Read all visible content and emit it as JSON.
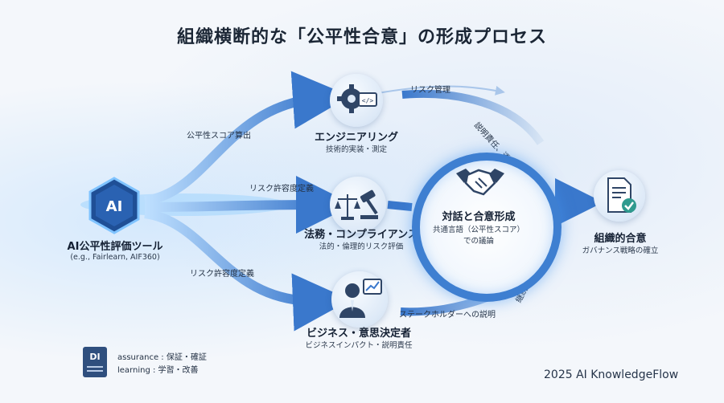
{
  "title": "組織横断的な「公平性合意」の形成プロセス",
  "source": {
    "icon_text": "AI",
    "title": "AI公平性評価ツール",
    "subtitle": "(e.g., Fairlearn, AIF360)"
  },
  "edges_left": {
    "top": "公平性スコア算出",
    "middle": "リスク許容度定義",
    "bottom": "リスク許容度定義"
  },
  "nodes": {
    "engineering": {
      "icon": "gear-code-icon",
      "title": "エンジニアリング",
      "subtitle": "技術的実装・測定"
    },
    "legal": {
      "icon": "gavel-scale-icon",
      "title": "法務・コンプライアンス",
      "subtitle": "法的・倫理的リスク評価"
    },
    "business": {
      "icon": "businessman-chart-icon",
      "title": "ビジネス・意思決定者",
      "subtitle": "ビジネスインパクト・説明責任"
    }
  },
  "edges_right": {
    "risk_management": "リスク管理",
    "accountability": "説明責任、透明性",
    "stakeholder": "ステークホルダーへの説明",
    "improvement": "継続的改善"
  },
  "center": {
    "icon": "handshake-icon",
    "title": "対話と合意形成",
    "line1": "共通言語（公平性スコア）",
    "line2": "での議論"
  },
  "outcome": {
    "icon": "document-check-icon",
    "title": "組織的合意",
    "subtitle": "ガバナンス戦略の確立"
  },
  "legend": {
    "icon_text": "DI",
    "line1": "assurance : 保証・確証",
    "line2": "learning : 学習・改善"
  },
  "footer": "2025 AI KnowledgeFlow",
  "colors": {
    "arrow": "#3a78cc",
    "arrow_light": "#bcd4f0",
    "ring": "#3e7fd1",
    "dark_icon": "#2f4566"
  }
}
